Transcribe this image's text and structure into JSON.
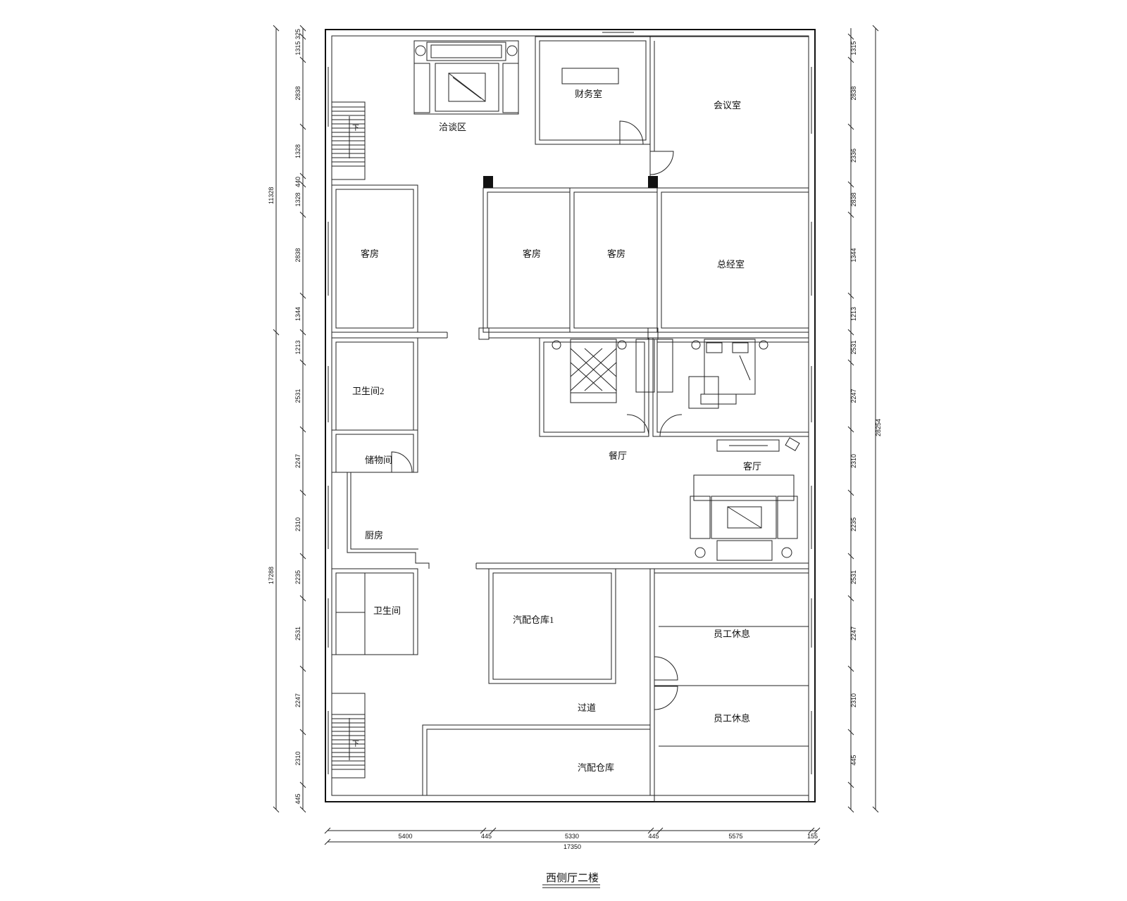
{
  "title": "西侧厅二楼",
  "rooms": {
    "reception_area": "洽谈区",
    "finance": "财务室",
    "meeting": "会议室",
    "guest_a": "客房",
    "guest_b": "客房",
    "guest_c": "客房",
    "office": "总经室",
    "toilet_2": "卫生间2",
    "storage": "储物间",
    "dining": "餐厅",
    "living": "客厅",
    "kitchen": "厨房",
    "toilet": "卫生间",
    "parts_warehouse_1": "汽配仓库1",
    "staff_rest_a": "员工休息",
    "staff_rest_b": "员工休息",
    "corridor": "过道",
    "parts_warehouse": "汽配仓库",
    "stair_up": "下",
    "stair_down": "下"
  },
  "dimensions": {
    "left_outer": [
      "11328",
      "17288"
    ],
    "left_inner": [
      "325",
      "1315",
      "2838",
      "1328",
      "440",
      "1328",
      "2838",
      "1344",
      "1213",
      "2531",
      "2247",
      "2310",
      "2235",
      "2531",
      "2247",
      "2310",
      "445"
    ],
    "right_inner": [
      "1315",
      "2838",
      "2336",
      "2838",
      "1344",
      "1213",
      "2531",
      "2247",
      "2310",
      "2235",
      "2531",
      "2247",
      "2310",
      "445"
    ],
    "right_outer": [
      "28254"
    ],
    "bottom_segments": [
      "5400",
      "445",
      "5330",
      "445",
      "5575",
      "155"
    ],
    "bottom_total": [
      "17350"
    ]
  },
  "colors": {
    "line": "#111111",
    "background": "#ffffff"
  }
}
